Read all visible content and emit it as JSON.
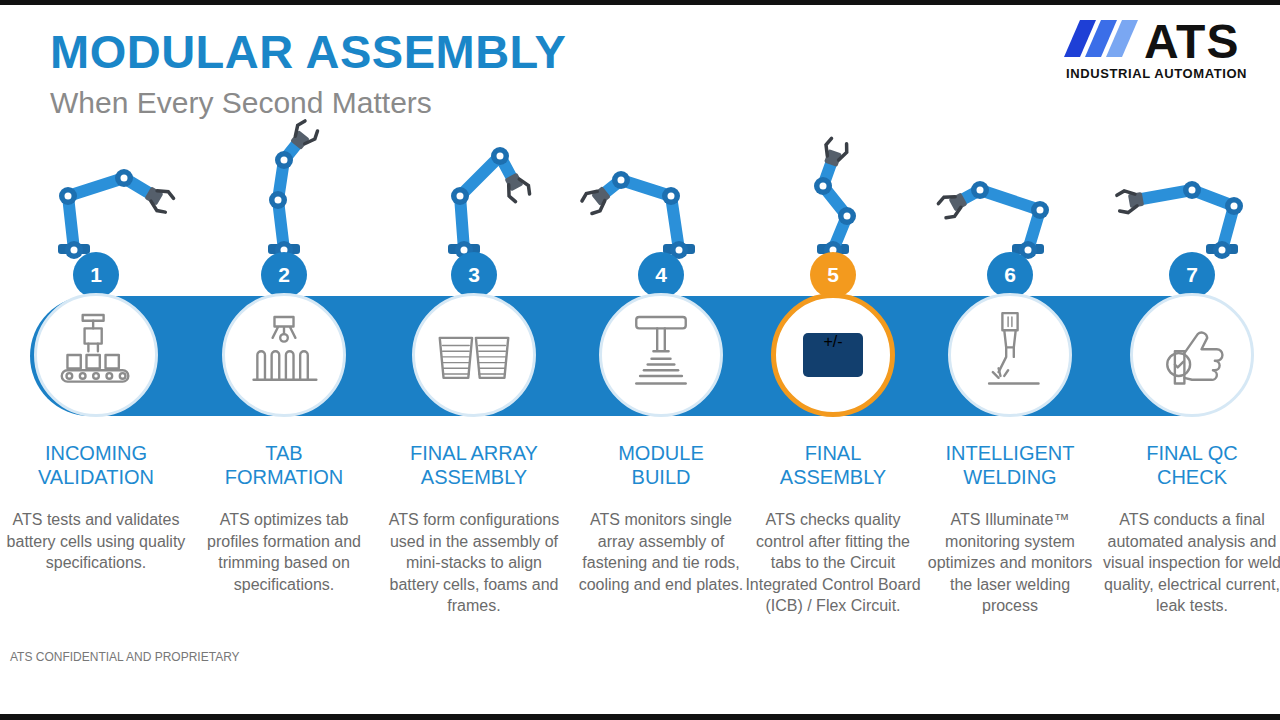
{
  "diagram": {
    "title": "MODULAR ASSEMBLY",
    "nodes": [
      {
        "text": [
          "1",
          "INCOMING VALIDATION",
          "ATS tests and validates battery cells using quality specifications."
        ]
      },
      {
        "text": [
          "2",
          "TAB FORMATION",
          "ATS optimizes tab profiles formation and trimming based on specifications."
        ]
      },
      {
        "text": [
          "3",
          "FINAL ARRAY ASSEMBLY",
          "ATS form configurations used in the assembly of mini-stacks to align battery cells, foams and frames."
        ]
      },
      {
        "text": [
          "4",
          "MODULE BUILD",
          "ATS monitors single array assembly of fastening and tie rods, cooling and end plates."
        ]
      },
      {
        "text": [
          "5",
          "FINAL ASSEMBLY",
          "ATS checks quality control after fitting the tabs to the Circuit Integrated Control Board (ICB) / Flex Circuit."
        ]
      },
      {
        "text": [
          "6",
          "INTELLIGENT WELDING",
          "ATS Illuminate™ monitoring system optimizes and monitors the laser welding process"
        ]
      },
      {
        "text": [
          "7",
          "FINAL QC CHECK",
          "ATS conducts a final automated analysis and visual inspection for weld quality, electrical current, leak tests."
        ]
      }
    ],
    "labels": [
      "When Every Second Matters",
      "ATS",
      "INDUSTRIAL AUTOMATION",
      "+/-",
      "ATS CONFIDENTIAL AND PROPRIETARY"
    ]
  }
}
